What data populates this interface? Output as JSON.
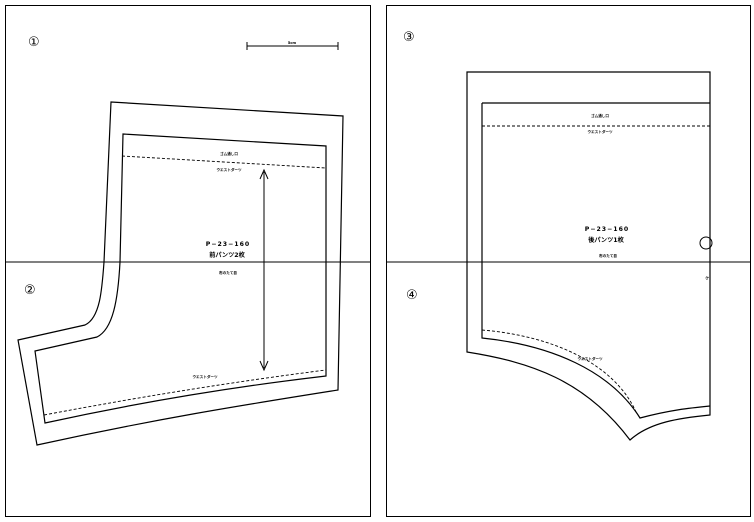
{
  "pages": {
    "left_top_number": "①",
    "left_bottom_number": "②",
    "right_top_number": "③",
    "right_bottom_number": "④"
  },
  "scale_bar": {
    "label": "5cm"
  },
  "front_piece": {
    "waist_label": "ゴム通し口",
    "waist_notch_label": "ウエストダーツ",
    "code": "P−23−160",
    "name": "前パンツ2枚",
    "grain_label": "布のたて目",
    "hem_notch_label": "ウエストダーツ"
  },
  "back_piece": {
    "waist_label": "ゴム通し口",
    "waist_notch_label": "ウエストダーツ",
    "code": "P−23−160",
    "name": "後パンツ1枚",
    "grain_label": "布のたて目",
    "hem_notch_label": "ウエストダーツ",
    "side_fold_label": "わ"
  },
  "colors": {
    "line": "#000000",
    "paper": "#ffffff"
  }
}
